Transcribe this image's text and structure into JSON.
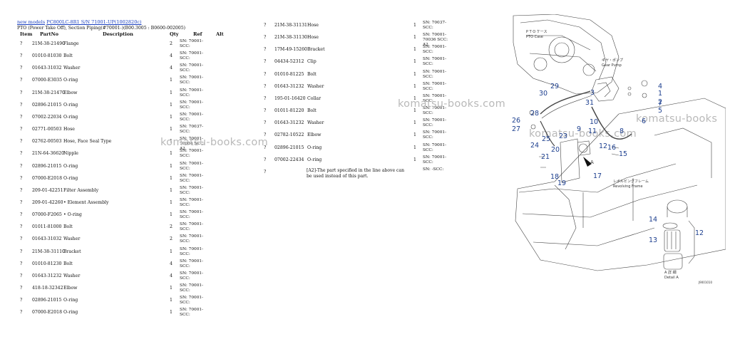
{
  "breadcrumb": {
    "part1": "new models",
    "part2": "PC800LC-8R1 S/N 71001-UP(1002820c)"
  },
  "subtitle": "PTO (Power Take Off), Section Piping(#70001-)(B00.3005 : B0600-002005)",
  "columns": {
    "item": "Item",
    "part_no": "PartNo",
    "description": "Description",
    "qty": "Qty",
    "ref": "Ref",
    "alt": "Alt"
  },
  "left_rows": [
    {
      "item": "?",
      "part_no": "21M-38-21490",
      "description": "Flange",
      "qty": "2",
      "ref": "SN: 70001-SCC:"
    },
    {
      "item": "?",
      "part_no": "01010-81030",
      "description": "Bolt",
      "qty": "4",
      "ref": "SN: 70001-SCC:"
    },
    {
      "item": "?",
      "part_no": "01643-31032",
      "description": "Washer",
      "qty": "4",
      "ref": "SN: 70001-SCC:"
    },
    {
      "item": "?",
      "part_no": "07000-E3035",
      "description": "O-ring",
      "qty": "1",
      "ref": "SN: 70001-SCC:"
    },
    {
      "item": "?",
      "part_no": "21M-38-21470",
      "description": "Elbow",
      "qty": "1",
      "ref": "SN: 70001-SCC:"
    },
    {
      "item": "?",
      "part_no": "02896-21015",
      "description": "O-ring",
      "qty": "1",
      "ref": "SN: 70001-SCC:"
    },
    {
      "item": "?",
      "part_no": "07002-22034",
      "description": "O-ring",
      "qty": "1",
      "ref": "SN: 70001-SCC:"
    },
    {
      "item": "?",
      "part_no": "02771-00503",
      "description": "Hose",
      "qty": "1",
      "ref": "SN: 70037-SCC:"
    },
    {
      "item": "?",
      "part_no": "02762-00503",
      "description": "Hose, Face Seal Type",
      "qty": "1",
      "ref": "SN: 70001-70036 SCC: A2"
    },
    {
      "item": "?",
      "part_no": "21N-64-36620",
      "description": "Nipple",
      "qty": "1",
      "ref": "SN: 70001-SCC:"
    },
    {
      "item": "?",
      "part_no": "02896-21015",
      "description": "O-ring",
      "qty": "1",
      "ref": "SN: 70001-SCC:"
    },
    {
      "item": "?",
      "part_no": "07000-E2018",
      "description": "O-ring",
      "qty": "1",
      "ref": "SN: 70001-SCC:"
    },
    {
      "item": "?",
      "part_no": "209-01-42251",
      "description": "Filter Assembly",
      "qty": "1",
      "ref": "SN: 70001-SCC:"
    },
    {
      "item": "?",
      "part_no": "209-01-42260",
      "description": "• Element Assembly",
      "qty": "1",
      "ref": "SN: 70001-SCC:"
    },
    {
      "item": "?",
      "part_no": "07000-F2065",
      "description": "• O-ring",
      "qty": "1",
      "ref": "SN: 70001-SCC:"
    },
    {
      "item": "?",
      "part_no": "01011-81000",
      "description": "Bolt",
      "qty": "2",
      "ref": "SN: 70001-SCC:"
    },
    {
      "item": "?",
      "part_no": "01643-31032",
      "description": "Washer",
      "qty": "2",
      "ref": "SN: 70001-SCC:"
    },
    {
      "item": "?",
      "part_no": "21M-38-31110",
      "description": "Bracket",
      "qty": "1",
      "ref": "SN: 70001-SCC:"
    },
    {
      "item": "?",
      "part_no": "01010-81230",
      "description": "Bolt",
      "qty": "4",
      "ref": "SN: 70001-SCC:"
    },
    {
      "item": "?",
      "part_no": "01643-31232",
      "description": "Washer",
      "qty": "4",
      "ref": "SN: 70001-SCC:"
    },
    {
      "item": "?",
      "part_no": "418-18-32342",
      "description": "Elbow",
      "qty": "1",
      "ref": "SN: 70001-SCC:"
    },
    {
      "item": "?",
      "part_no": "02896-21015",
      "description": "O-ring",
      "qty": "1",
      "ref": "SN: 70001-SCC:"
    },
    {
      "item": "?",
      "part_no": "07000-E2018",
      "description": "O-ring",
      "qty": "1",
      "ref": "SN: 70001-SCC:"
    }
  ],
  "right_rows": [
    {
      "item": "?",
      "part_no": "21M-38-31131",
      "description": "Hose",
      "qty": "1",
      "ref": "SN: 70037-SCC:"
    },
    {
      "item": "?",
      "part_no": "21M-38-31130",
      "description": "Hose",
      "qty": "1",
      "ref": "SN: 70001-70036 SCC: A2"
    },
    {
      "item": "?",
      "part_no": "17M-49-15260",
      "description": "Bracket",
      "qty": "1",
      "ref": "SN: 70001-SCC:"
    },
    {
      "item": "?",
      "part_no": "04434-52312",
      "description": "Clip",
      "qty": "1",
      "ref": "SN: 70001-SCC:"
    },
    {
      "item": "?",
      "part_no": "01010-81225",
      "description": "Bolt",
      "qty": "1",
      "ref": "SN: 70001-SCC:"
    },
    {
      "item": "?",
      "part_no": "01643-31232",
      "description": "Washer",
      "qty": "1",
      "ref": "SN: 70001-SCC:"
    },
    {
      "item": "?",
      "part_no": "195-01-16420",
      "description": "Collar",
      "qty": "1",
      "ref": "SN: 70001-SCC:"
    },
    {
      "item": "?",
      "part_no": "01011-81220",
      "description": "Bolt",
      "qty": "1",
      "ref": "SN: 70001-SCC:"
    },
    {
      "item": "?",
      "part_no": "01643-31232",
      "description": "Washer",
      "qty": "1",
      "ref": "SN: 70001-SCC:"
    },
    {
      "item": "?",
      "part_no": "02782-10522",
      "description": "Elbow",
      "qty": "1",
      "ref": "SN: 70001-SCC:"
    },
    {
      "item": "?",
      "part_no": "02896-21015",
      "description": "O-ring",
      "qty": "1",
      "ref": "SN: 70001-SCC:"
    },
    {
      "item": "?",
      "part_no": "07002-22434",
      "description": "O-ring",
      "qty": "1",
      "ref": "SN: 70001-SCC:"
    },
    {
      "item": "?",
      "part_no": "",
      "description": "",
      "qty": "",
      "ref": "SN: -SCC:"
    }
  ],
  "note": "[A2]-The part specified in the line above can be used instead of this part.",
  "watermark": "komatsu-books.com",
  "watermark_short": "komatsu-books",
  "diagram": {
    "pto_case_jp": "P T O ケース",
    "pto_case": "PTO Case",
    "gear_pump_jp": "ギヤ・ポンプ",
    "gear_pump": "Gear Pump",
    "frame_jp": "レボルビングフレーム",
    "frame": "Revolving Frame",
    "detail_jp": "A 詳 細",
    "detail": "Detail A",
    "marker_a": "A",
    "code": "J9001010",
    "callouts": [
      "1",
      "2",
      "3",
      "4",
      "5",
      "6",
      "7",
      "8",
      "9",
      "10",
      "11",
      "12",
      "12",
      "13",
      "14",
      "15",
      "16",
      "17",
      "18",
      "19",
      "20",
      "21",
      "23",
      "24",
      "25",
      "26",
      "27",
      "28",
      "29",
      "30",
      "31"
    ]
  }
}
